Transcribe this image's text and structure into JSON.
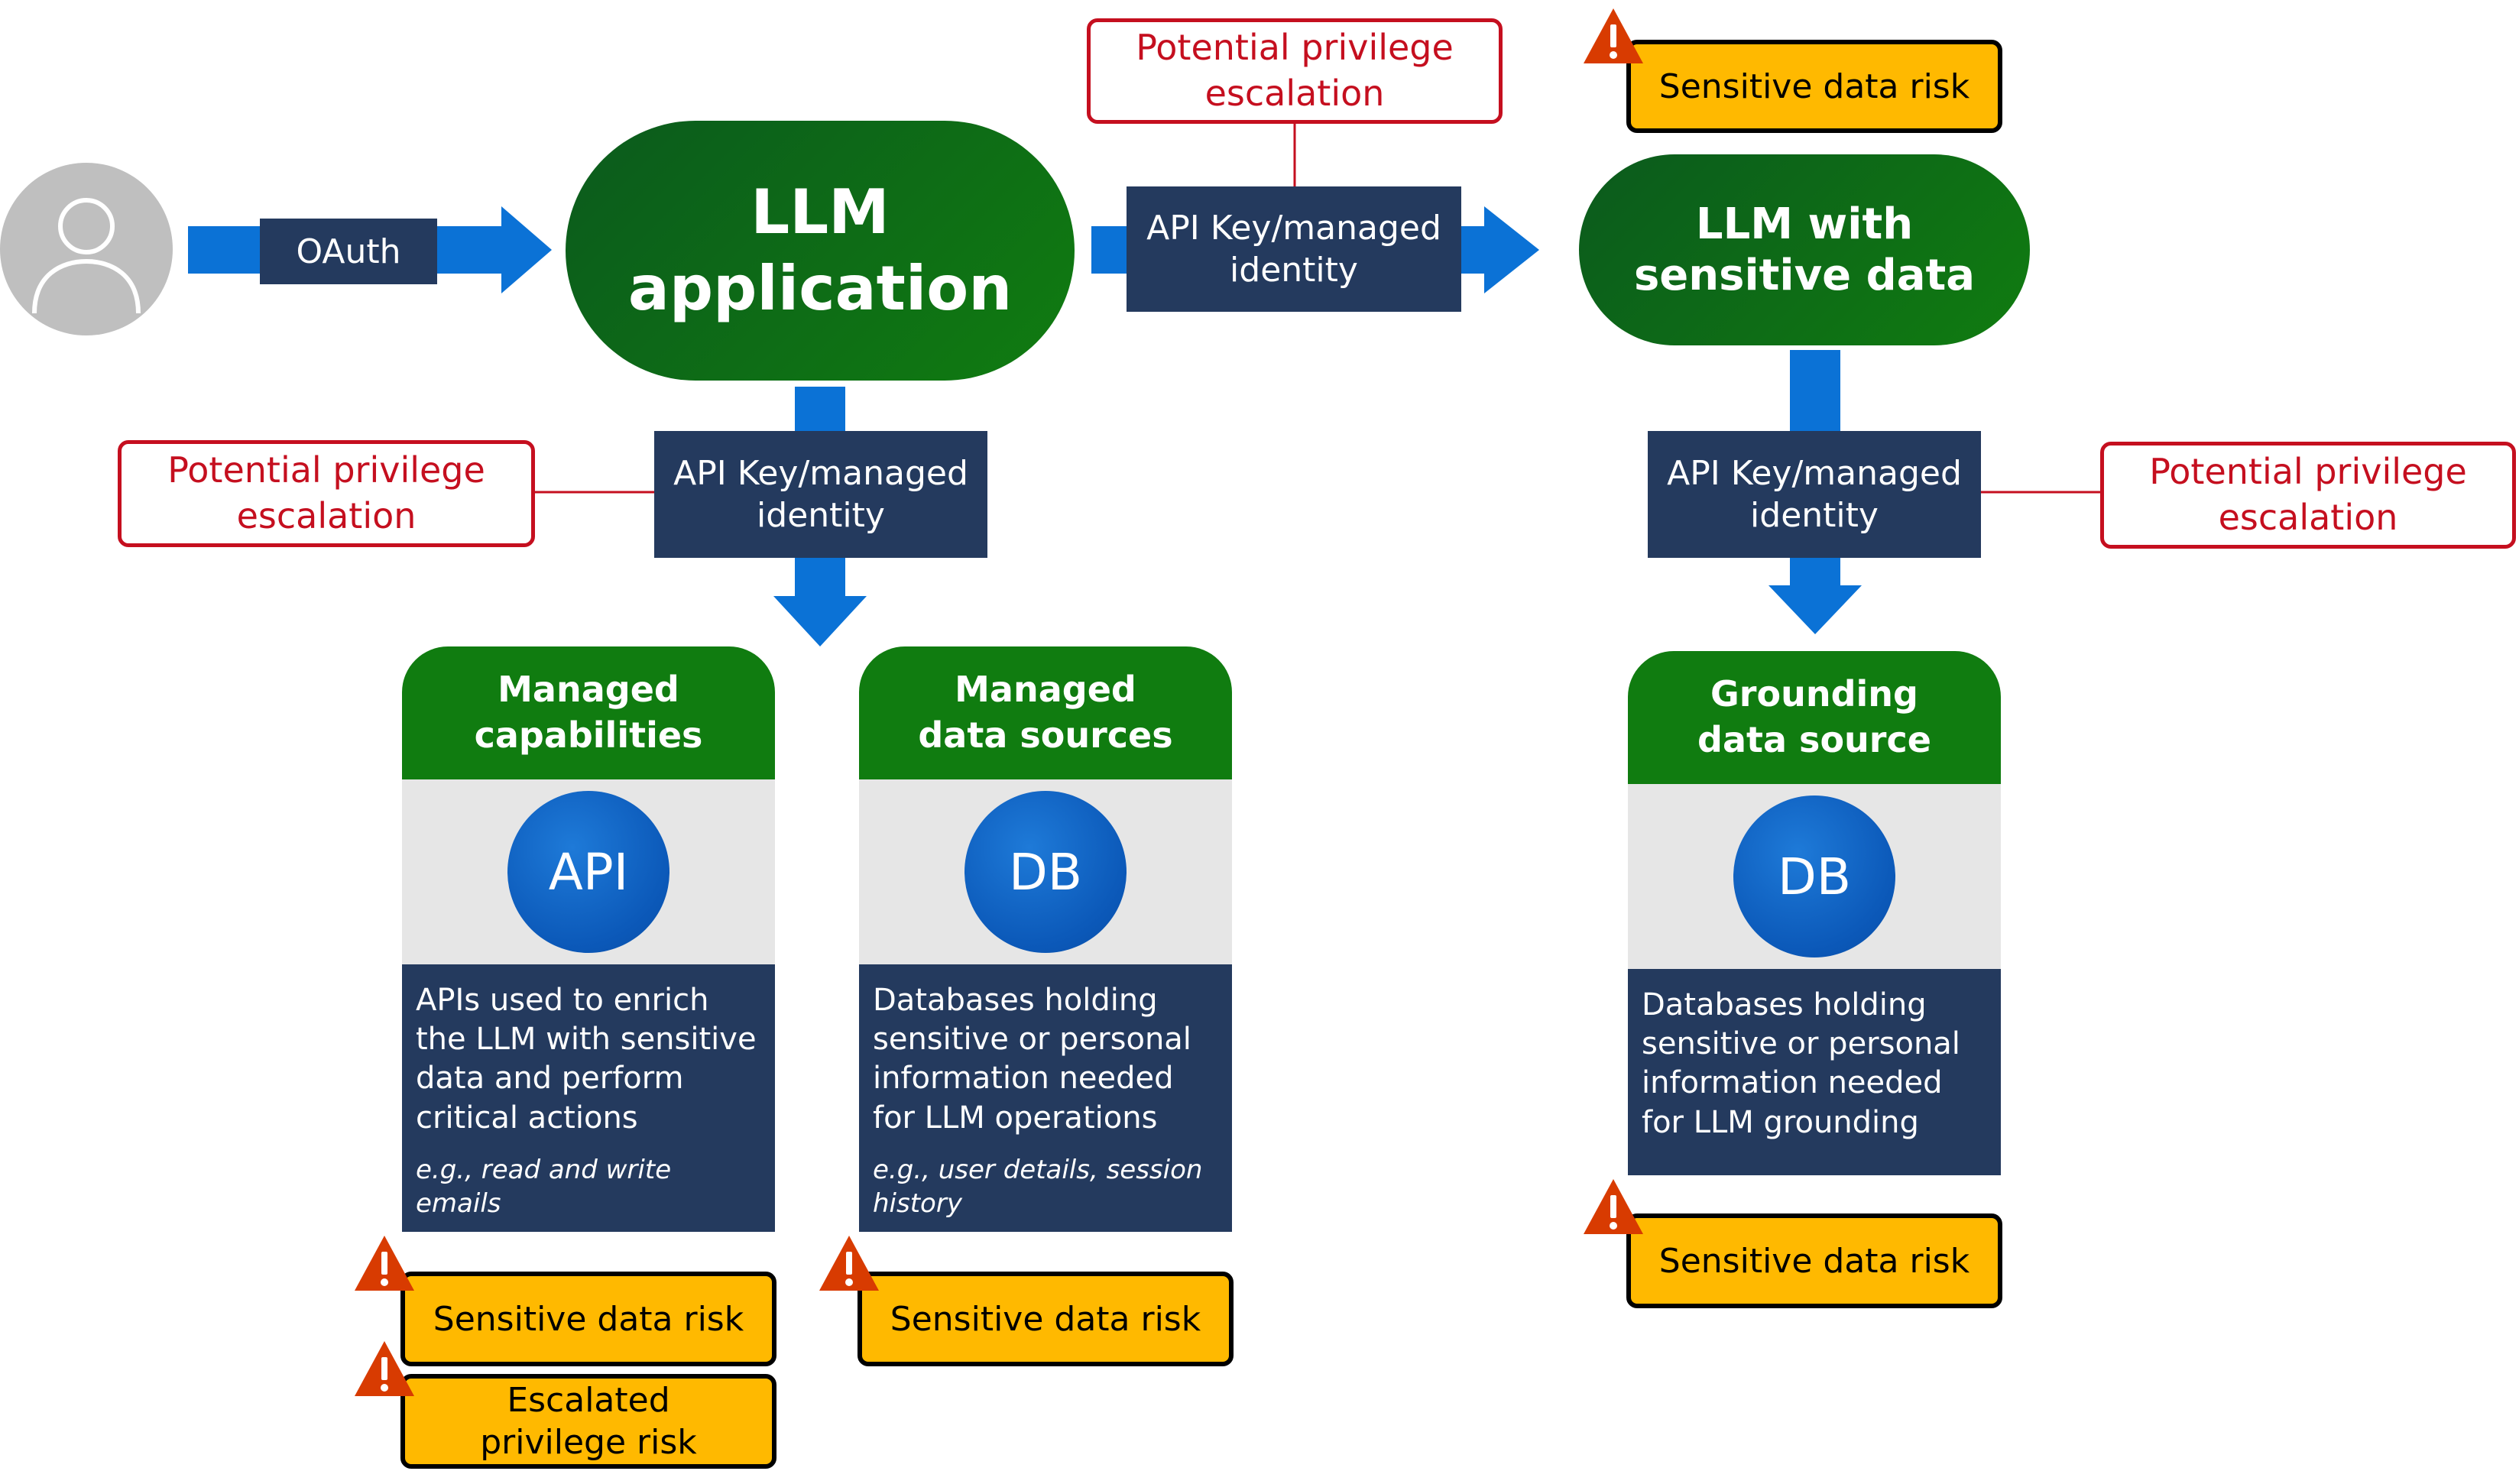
{
  "colors": {
    "navy": "#243a5e",
    "green": "#107c10",
    "dark_green": "#0b5a1d",
    "arrow_blue": "#0b72d6",
    "escalation_red": "#c50f1f",
    "risk_yellow": "#ffb900",
    "warning_triangle": "#d83b01",
    "user_grey": "#bfbfbf"
  },
  "user": {
    "icon": "user-avatar-icon"
  },
  "oauth": {
    "label": "OAuth"
  },
  "llm_app": {
    "line1": "LLM",
    "line2": "application"
  },
  "llm_sensitive": {
    "line1": "LLM with",
    "line2": "sensitive data"
  },
  "api_key": {
    "top": {
      "line1": "API Key/managed",
      "line2": "identity"
    },
    "left": {
      "line1": "API Key/managed",
      "line2": "identity"
    },
    "right": {
      "line1": "API Key/managed",
      "line2": "identity"
    }
  },
  "escalation": {
    "top": {
      "line1": "Potential privilege",
      "line2": "escalation"
    },
    "left": {
      "line1": "Potential privilege",
      "line2": "escalation"
    },
    "right": {
      "line1": "Potential privilege",
      "line2": "escalation"
    }
  },
  "cards": {
    "capabilities": {
      "title1": "Managed",
      "title2": "capabilities",
      "badge": "API",
      "description": "APIs used to enrich the LLM with sensitive data and perform critical actions",
      "example": "e.g., read and write emails"
    },
    "data_sources": {
      "title1": "Managed",
      "title2": "data sources",
      "badge": "DB",
      "description": "Databases holding sensitive or personal information needed for LLM operations",
      "example": "e.g., user details, session history"
    },
    "grounding": {
      "title1": "Grounding",
      "title2": "data source",
      "badge": "DB",
      "description": "Databases holding sensitive or personal information needed for LLM grounding"
    }
  },
  "risks": {
    "top_right": "Sensitive data risk",
    "grounding": "Sensitive data risk",
    "capabilities": "Sensitive data risk",
    "capabilities_escalated": {
      "line1": "Escalated",
      "line2": "privilege risk"
    },
    "data_sources": "Sensitive data risk"
  }
}
